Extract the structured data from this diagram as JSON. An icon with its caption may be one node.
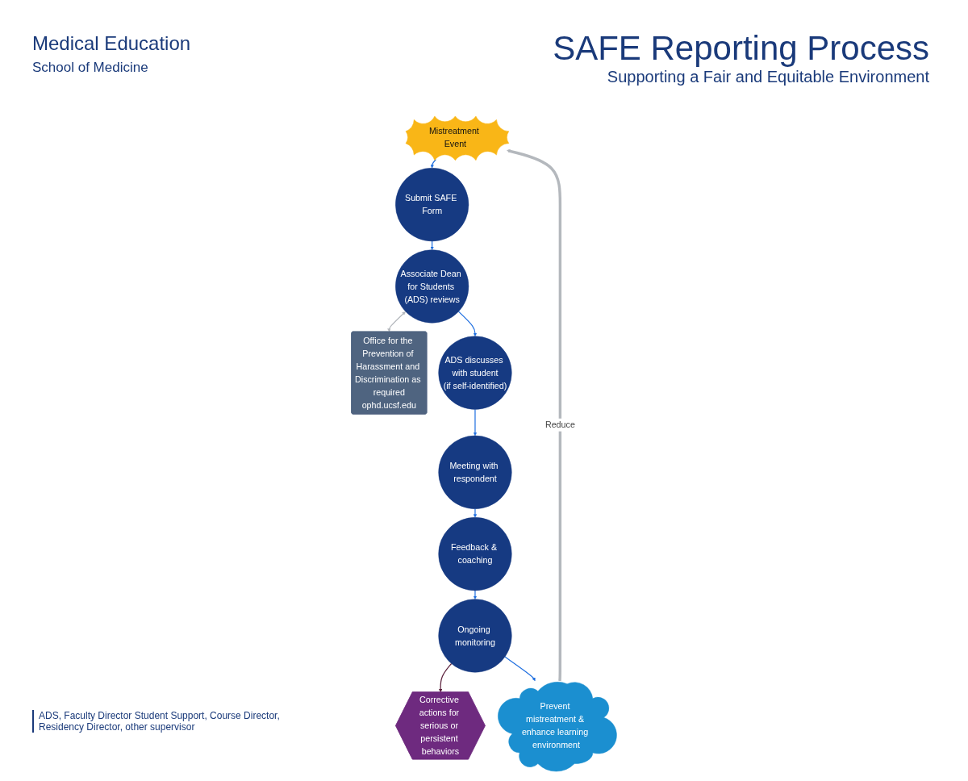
{
  "diagram": {
    "title": "SAFE Reporting Process",
    "nodes": [
      {
        "text": [
          "Mistreatment Event"
        ]
      },
      {
        "text": [
          "Submit SAFE Form"
        ]
      },
      {
        "text": [
          "Associate Dean for Students (ADS) reviews"
        ]
      },
      {
        "text": [
          "Office for the Prevention of Harassment and Discrimination as required",
          "ophd.ucsf.edu"
        ]
      },
      {
        "text": [
          "ADS discusses with student",
          "(if self-identified)"
        ]
      },
      {
        "text": [
          "Meeting with respondent"
        ]
      },
      {
        "text": [
          "Feedback & coaching"
        ]
      },
      {
        "text": [
          "Ongoing monitoring"
        ]
      },
      {
        "text": [
          "Corrective actions for serious or persistent behaviors"
        ]
      },
      {
        "text": [
          "Prevent mistreatment & enhance learning environment"
        ]
      }
    ],
    "edges": [
      {
        "from": 0,
        "to": 1,
        "arrow": "to"
      },
      {
        "from": 1,
        "to": 2,
        "arrow": "to"
      },
      {
        "from": 2,
        "to": 3,
        "arrow": "both",
        "color": "#b4b8bd"
      },
      {
        "from": 2,
        "to": 4,
        "arrow": "to"
      },
      {
        "from": 4,
        "to": 5,
        "arrow": "to"
      },
      {
        "from": 5,
        "to": 6,
        "arrow": "to"
      },
      {
        "from": 6,
        "to": 7,
        "arrow": "to"
      },
      {
        "from": 7,
        "to": 8,
        "arrow": "to",
        "color": "#5a1f3a"
      },
      {
        "from": 7,
        "to": 9,
        "arrow": "to"
      },
      {
        "from": 9,
        "to": 0,
        "arrow": "to",
        "label": "Reduce",
        "style": "thick",
        "color": "#b4b8bd"
      }
    ],
    "labels": [
      "Medical Education",
      "School of Medicine",
      "Supporting a Fair and Equitable Environment",
      "ADS, Faculty Director Student Support, Course Director, Residency Director, other supervisor"
    ]
  }
}
